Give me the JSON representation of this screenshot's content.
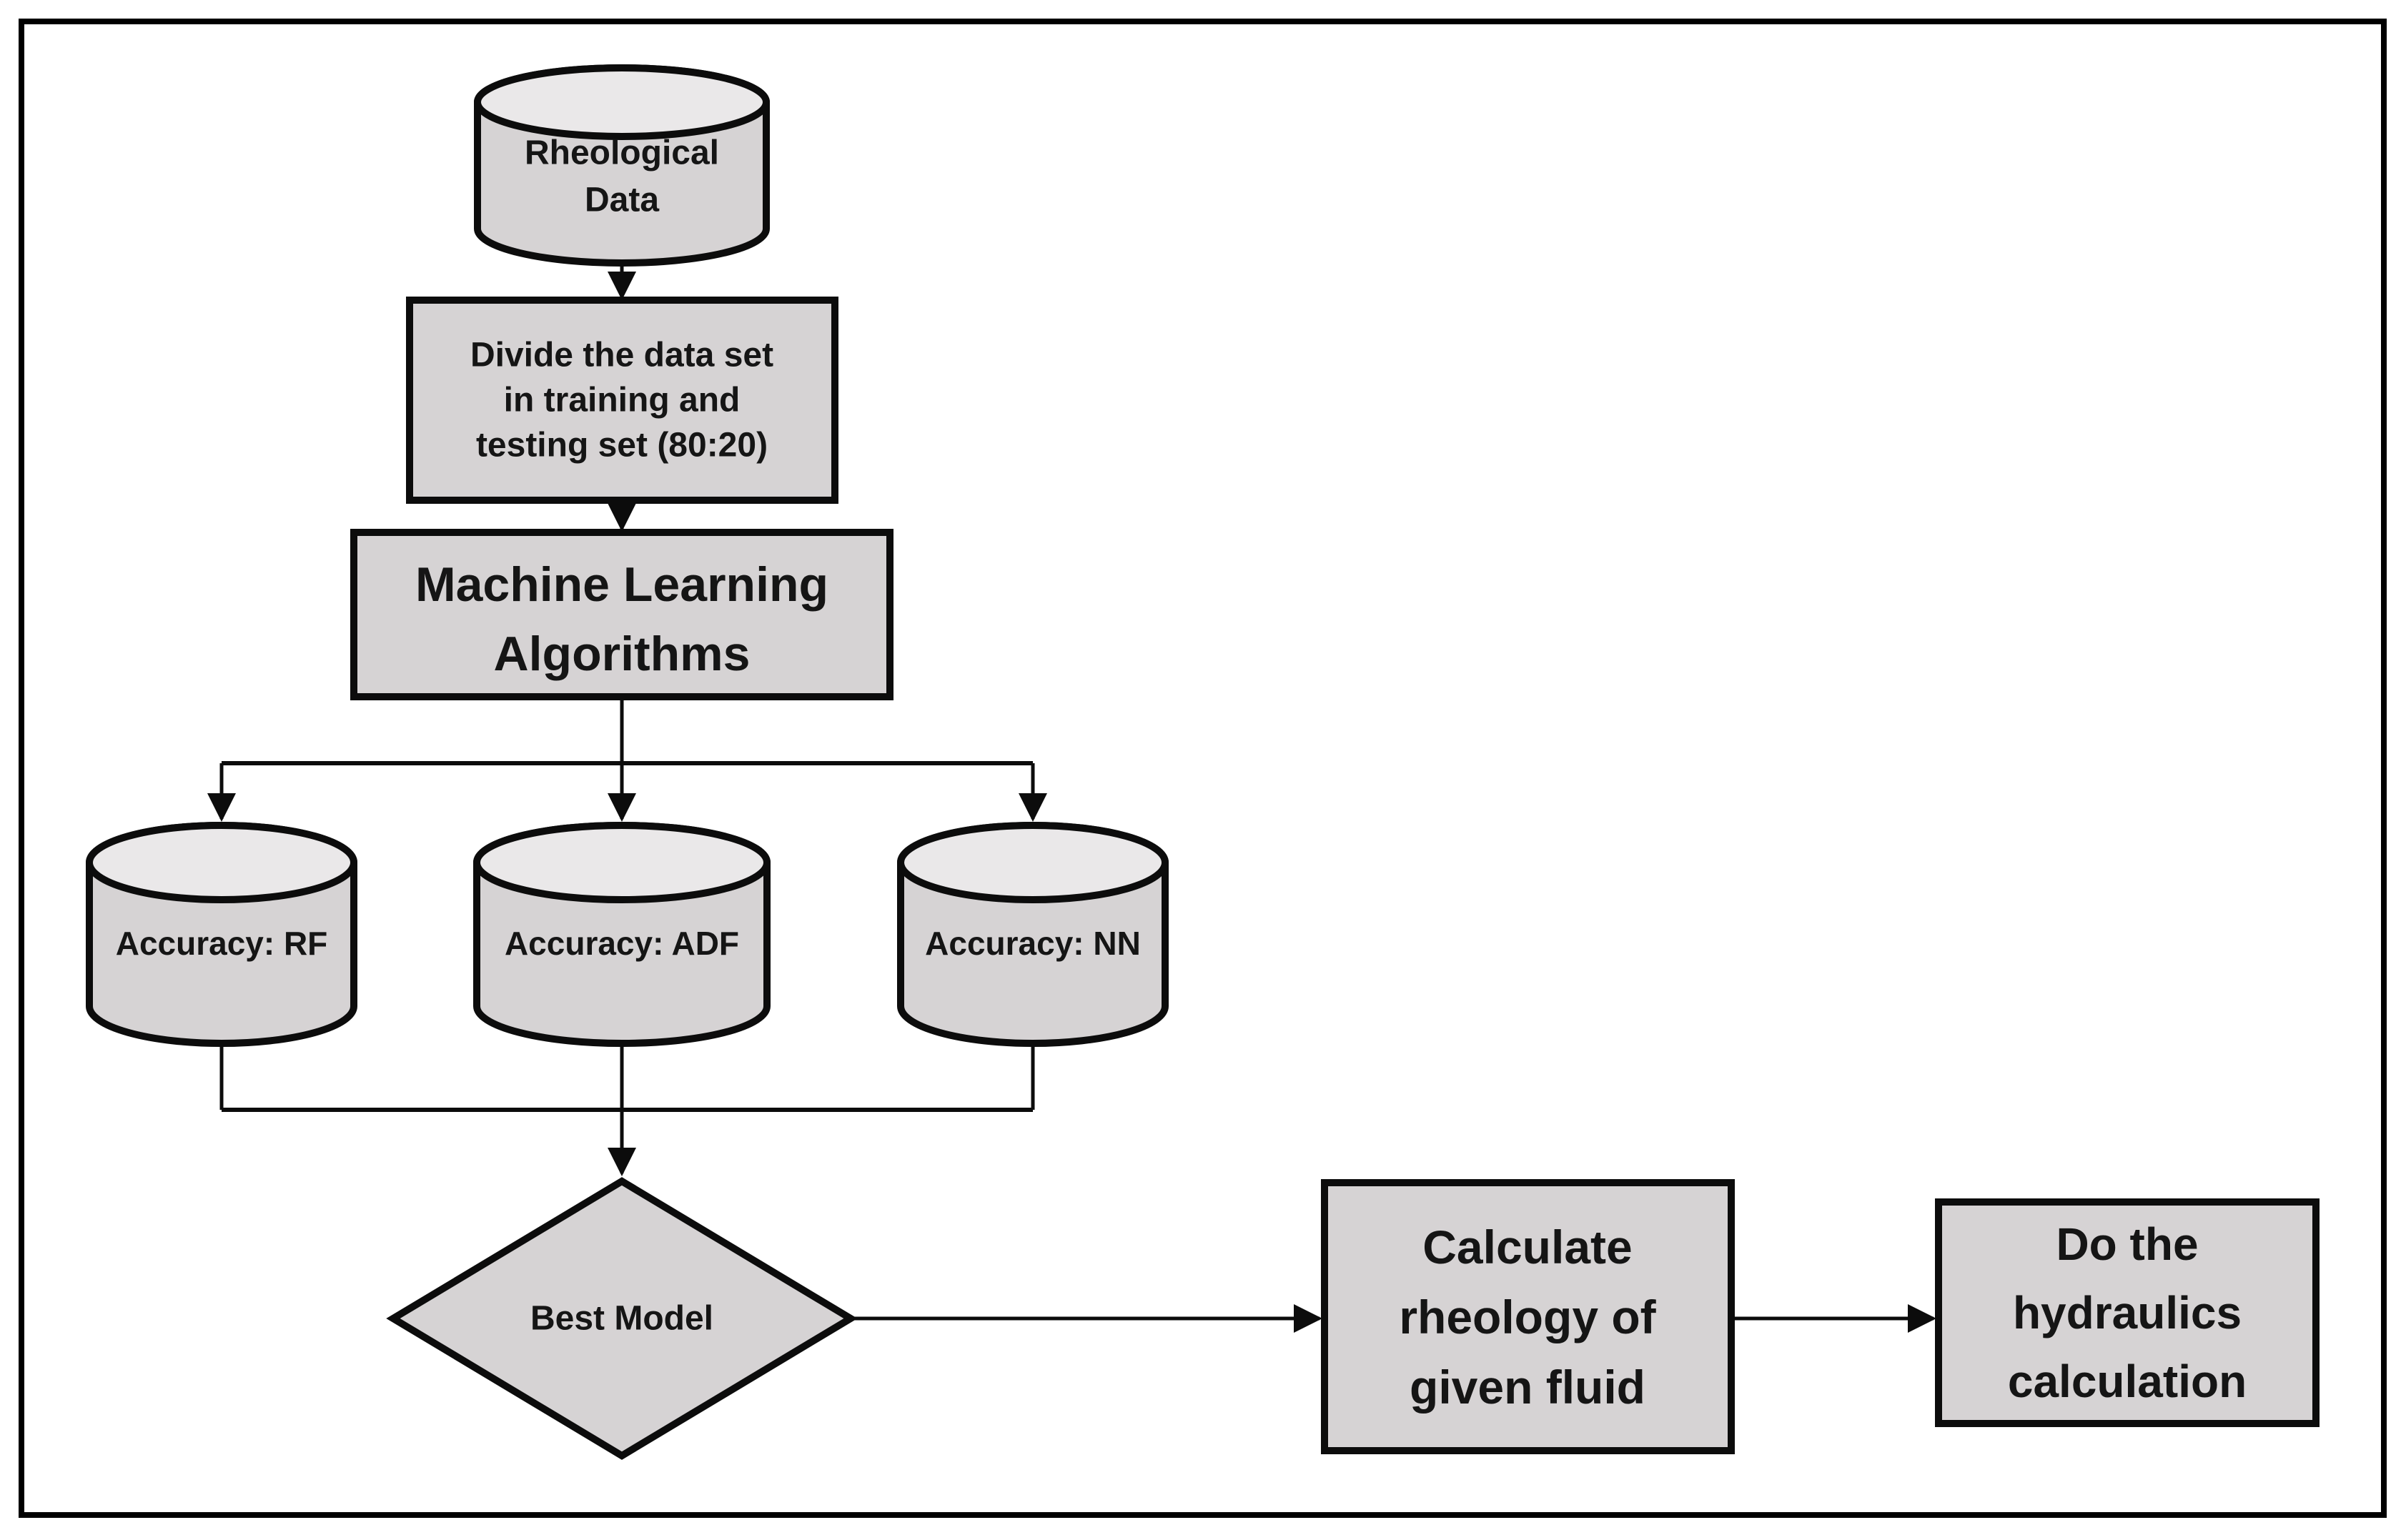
{
  "figure": {
    "type": "flowchart",
    "description": "Machine learning workflow from rheological data to hydraulics calculation",
    "palette": {
      "background": "#ffffff",
      "frame_border": "#000000",
      "node_fill": "#d6d3d4",
      "cylinder_top_fill": "#eae8e9",
      "outline": "#0c0c0c",
      "text_black": "#151515",
      "text_red": "#e8100f"
    },
    "nodes": {
      "rheological_data": {
        "shape": "cylinder",
        "lines": [
          "Rheological",
          "Data"
        ]
      },
      "divide_dataset": {
        "shape": "process",
        "lines": [
          "Divide the data set",
          "in training and",
          "testing set (80:20)"
        ]
      },
      "ml_algorithms": {
        "shape": "process",
        "lines": [
          "Machine Learning",
          "Algorithms"
        ]
      },
      "accuracy_rf": {
        "shape": "cylinder",
        "label": "Accuracy: RF"
      },
      "accuracy_adf": {
        "shape": "cylinder",
        "label": "Accuracy: ADF"
      },
      "accuracy_nn": {
        "shape": "cylinder",
        "label": "Accuracy: NN"
      },
      "best_model": {
        "shape": "decision",
        "label": "Best Model"
      },
      "calculate_rheology": {
        "shape": "process",
        "lines": [
          "Calculate",
          "rheology of",
          "given fluid"
        ]
      },
      "do_hydraulics": {
        "shape": "process",
        "lines": [
          "Do the",
          "hydraulics",
          "calculation"
        ]
      }
    }
  }
}
